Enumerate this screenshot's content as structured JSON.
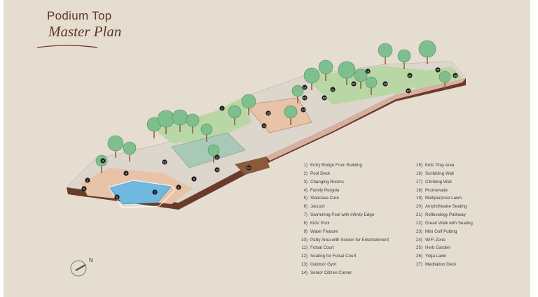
{
  "header": {
    "subtitle": "Podium Top",
    "title": "Master Plan"
  },
  "compass": {
    "label": "N"
  },
  "colors": {
    "background": "#e6ddd1",
    "title": "#5a3a24",
    "lawn": "#b9d7a4",
    "tree": "#7fbf8e",
    "pool": "#6fb8df",
    "deck": "#e9c3a8",
    "edge": "#6b3a2a"
  },
  "legend": {
    "left": [
      {
        "num": "1)",
        "label": "Entry Bridge From Building"
      },
      {
        "num": "2)",
        "label": "Pool Deck"
      },
      {
        "num": "3)",
        "label": "Changing Rooms"
      },
      {
        "num": "4)",
        "label": "Family Pergola"
      },
      {
        "num": "5)",
        "label": "Staircase Core"
      },
      {
        "num": "6)",
        "label": "Jacuzzi"
      },
      {
        "num": "7)",
        "label": "Swimming Pool with Infinity Edge"
      },
      {
        "num": "8)",
        "label": "Kids' Pool"
      },
      {
        "num": "9)",
        "label": "Water Feature"
      },
      {
        "num": "10)",
        "label": "Party Area with Screen for Entertainment"
      },
      {
        "num": "11)",
        "label": "Futsal Court"
      },
      {
        "num": "12)",
        "label": "Seating for Futsal Court"
      },
      {
        "num": "13)",
        "label": "Outdoor Gym"
      },
      {
        "num": "14)",
        "label": "Senior Citizen Corner"
      }
    ],
    "right": [
      {
        "num": "15)",
        "label": "Kids' Play Area"
      },
      {
        "num": "16)",
        "label": "Scribbling Wall"
      },
      {
        "num": "17)",
        "label": "Climbing Wall"
      },
      {
        "num": "18)",
        "label": "Promenade"
      },
      {
        "num": "19)",
        "label": "Multipurpose Lawn"
      },
      {
        "num": "20)",
        "label": "Amphitheatre Seating"
      },
      {
        "num": "21)",
        "label": "Reflexology Pathway"
      },
      {
        "num": "22)",
        "label": "Green Walk with Seating"
      },
      {
        "num": "23)",
        "label": "Mini Golf Putting"
      },
      {
        "num": "24)",
        "label": "WIFI Zone"
      },
      {
        "num": "25)",
        "label": "Herb Garden"
      },
      {
        "num": "26)",
        "label": "Yoga Lawn"
      },
      {
        "num": "27)",
        "label": "Meditation Deck"
      }
    ]
  },
  "markers": [
    "1",
    "2",
    "3",
    "4",
    "5",
    "6",
    "7",
    "8",
    "9",
    "10",
    "11",
    "12",
    "13",
    "14",
    "15",
    "16",
    "17",
    "18",
    "19",
    "20",
    "21",
    "22",
    "23",
    "24",
    "25",
    "26",
    "27"
  ]
}
